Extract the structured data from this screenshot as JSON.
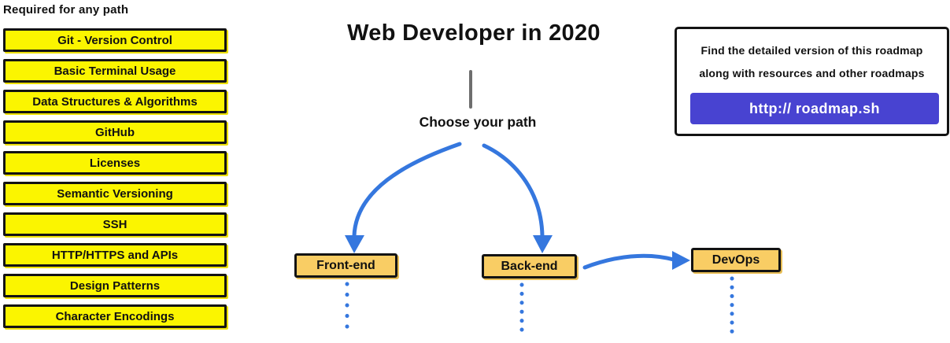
{
  "colors": {
    "arrow_blue": "#3577de",
    "required_yellow": "#fbf500",
    "node_orange": "#f9cd64",
    "button_purple": "#4843d1",
    "stem_gray": "#6e6e6e"
  },
  "header": {
    "title": "Web Developer in 2020",
    "choose_label": "Choose your path"
  },
  "required_section": {
    "heading": "Required for any path",
    "items": [
      "Git - Version Control",
      "Basic Terminal Usage",
      "Data Structures & Algorithms",
      "GitHub",
      "Licenses",
      "Semantic Versioning",
      "SSH",
      "HTTP/HTTPS and APIs",
      "Design Patterns",
      "Character Encodings"
    ]
  },
  "paths": [
    {
      "label": "Front-end"
    },
    {
      "label": "Back-end"
    },
    {
      "label": "DevOps"
    }
  ],
  "info_box": {
    "line1": "Find the detailed version of this roadmap",
    "line2": "along with resources and other roadmaps",
    "url_label": "http:// roadmap.sh"
  }
}
